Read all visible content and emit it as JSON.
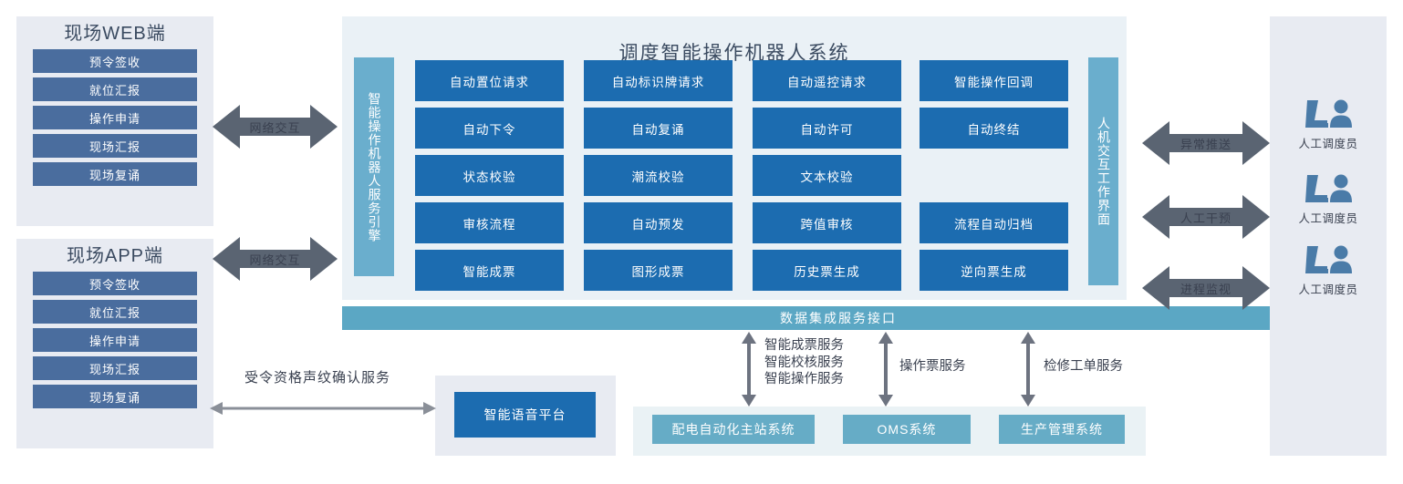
{
  "clients": [
    {
      "title": "现场WEB端",
      "items": [
        "预令签收",
        "就位汇报",
        "操作申请",
        "现场汇报",
        "现场复诵"
      ]
    },
    {
      "title": "现场APP端",
      "items": [
        "预令签收",
        "就位汇报",
        "操作申请",
        "现场汇报",
        "现场复诵"
      ]
    }
  ],
  "network_arrows": [
    {
      "label": "网络交互"
    },
    {
      "label": "网络交互"
    }
  ],
  "system": {
    "title": "调度智能操作机器人系统",
    "left_bar": "智能操作机器人服务引擎",
    "right_bar": "人机交互工作界面",
    "grid": {
      "columns": 4,
      "rows": 5,
      "cells": [
        [
          "自动置位请求",
          "自动标识牌请求",
          "自动遥控请求",
          "智能操作回调"
        ],
        [
          "自动下令",
          "自动复诵",
          "自动许可",
          "自动终结"
        ],
        [
          "状态校验",
          "潮流校验",
          "文本校验",
          ""
        ],
        [
          "审核流程",
          "自动预发",
          "跨值审核",
          "流程自动归档"
        ],
        [
          "智能成票",
          "图形成票",
          "历史票生成",
          "逆向票生成"
        ]
      ]
    }
  },
  "integration_bar": {
    "label": "数据集成服务接口"
  },
  "voice": {
    "platform_label": "智能语音平台",
    "link_label": "受令资格声纹确认服务"
  },
  "external": {
    "service_labels": [
      "智能成票服务\n智能校核服务\n智能操作服务",
      "操作票服务",
      "检修工单服务"
    ],
    "systems": [
      "配电自动化主站系统",
      "OMS系统",
      "生产管理系统"
    ]
  },
  "operators": {
    "arrows": [
      "异常推送",
      "人工干预",
      "进程监视"
    ],
    "items": [
      {
        "icon": "operator-console-icon",
        "label": "人工调度员"
      },
      {
        "icon": "operator-console-icon",
        "label": "人工调度员"
      },
      {
        "icon": "operator-console-icon",
        "label": "人工调度员"
      }
    ]
  },
  "colors": {
    "card_blue": "#1C6CB0",
    "client_button_blue": "#4A6D9E",
    "panel_grey": "#E8EBF2",
    "system_panel": "#EAF1F6",
    "teal_bar": "#6AAECD",
    "integration_bar": "#5BA7C4",
    "external_box": "#66ACC6",
    "external_panel": "#EAF2F5",
    "arrow_grey": "#5A6472",
    "text_dark": "#3A4A60"
  }
}
